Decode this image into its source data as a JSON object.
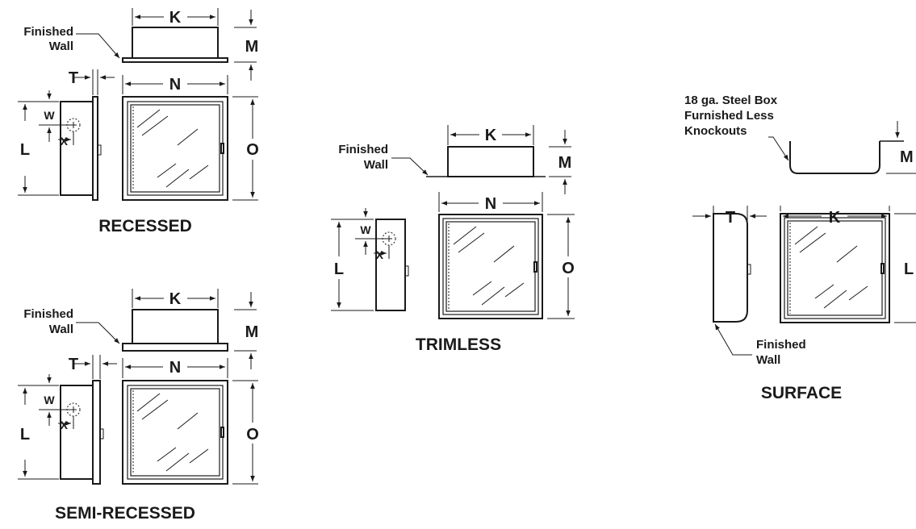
{
  "dims": {
    "K": "K",
    "M": "M",
    "N": "N",
    "O": "O",
    "T": "T",
    "L": "L",
    "W": "W",
    "X": "X"
  },
  "notes": {
    "finished_wall_1": "Finished",
    "finished_wall_2": "Wall",
    "steel_box_1": "18 ga. Steel Box",
    "steel_box_2": "Furnished Less",
    "steel_box_3": "Knockouts"
  },
  "captions": {
    "recessed": "RECESSED",
    "semi_recessed": "SEMI-RECESSED",
    "trimless": "TRIMLESS",
    "surface": "SURFACE"
  },
  "colors": {
    "line": "#1a1a1a",
    "background": "#ffffff"
  }
}
